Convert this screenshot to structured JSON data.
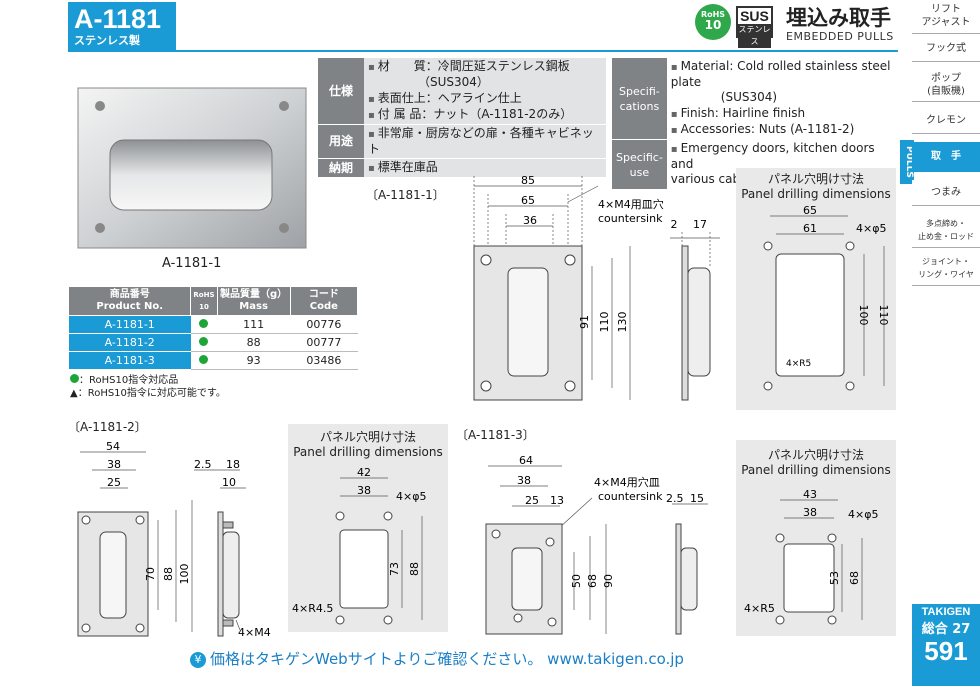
{
  "header": {
    "model": "A-1181",
    "subtitle": "ステンレス製",
    "rohs_line1": "RoHS",
    "rohs_line2": "10",
    "sus_top": "SUS",
    "sus_bottom": "ステンレス",
    "title_jp": "埋込み取手",
    "title_en": "EMBEDDED PULLS"
  },
  "side_nav": {
    "tab": "PULLS",
    "items": [
      "リフト\nアジャスト",
      "フック式",
      "ポップ\n(自販機)",
      "クレモン",
      "取　手",
      "つまみ",
      "多点締め・\n止め金・ロッド",
      "ジョイント・\nリング・ワイヤ"
    ],
    "takigen": "TAKIGEN",
    "catalog": "総合 27",
    "page": "591"
  },
  "spec_jp": {
    "h_spec": "仕様",
    "material": "材　　質：冷間圧延ステンレス鋼板",
    "material2": "（SUS304）",
    "finish": "表面仕上：ヘアライン仕上",
    "accessory": "付 属 品：ナット（A-1181-2のみ）",
    "h_use": "用途",
    "use": "非常扉・厨房などの扉・各種キャビネット",
    "h_delivery": "納期",
    "delivery": "標準在庫品"
  },
  "spec_en": {
    "h_spec": "Specifi-\ncations",
    "material": "Material: Cold rolled stainless steel plate",
    "material2": "(SUS304)",
    "finish": "Finish: Hairline finish",
    "accessory": "Accessories: Nuts (A-1181-2)",
    "h_use": "Specific-\nuse",
    "use": "Emergency doors, kitchen doors and",
    "use2": "various cabinet doors"
  },
  "photo_caption": "A-1181-1",
  "product_table": {
    "headers": {
      "product_jp": "商品番号",
      "product_en": "Product No.",
      "rohs": "RoHS\n10",
      "mass_jp": "製品質量（g）",
      "mass_en": "Mass",
      "code_jp": "コード",
      "code_en": "Code"
    },
    "rows": [
      {
        "no": "A-1181-1",
        "mass": "111",
        "code": "00776"
      },
      {
        "no": "A-1181-2",
        "mass": "88",
        "code": "00777"
      },
      {
        "no": "A-1181-3",
        "mass": "93",
        "code": "03486"
      }
    ],
    "note1": "：RoHS10指令対応品",
    "note2": "：RoHS10指令に対応可能です。"
  },
  "drawings": {
    "d1": {
      "label": "〔A-1181-1〕",
      "w85": "85",
      "w65": "65",
      "w36": "36",
      "h91": "91",
      "h110": "110",
      "h130": "130",
      "t2": "2",
      "t17": "17",
      "hole1": "4×M4用皿穴",
      "hole2": "countersink",
      "panel_jp": "パネル穴明け寸法",
      "panel_en": "Panel drilling dimensions",
      "p65": "65",
      "p61": "61",
      "p100": "100",
      "p110": "110",
      "phi": "4×φ5",
      "r": "4×R5"
    },
    "d2": {
      "label": "〔A-1181-2〕",
      "w54": "54",
      "w38": "38",
      "w25": "25",
      "h70": "70",
      "h88": "88",
      "h100": "100",
      "t25": "2.5",
      "t18": "18",
      "t10": "10",
      "m4": "4×M4",
      "panel_jp": "パネル穴明け寸法",
      "panel_en": "Panel drilling dimensions",
      "p42": "42",
      "p38": "38",
      "p73": "73",
      "p88": "88",
      "phi": "4×φ5",
      "r": "4×R4.5"
    },
    "d3": {
      "label": "〔A-1181-3〕",
      "w64": "64",
      "w38": "38",
      "w25": "25",
      "w13": "13",
      "h50": "50",
      "h68": "68",
      "h90": "90",
      "t25": "2.5",
      "t15": "15",
      "hole1": "4×M4用穴皿",
      "hole2": "countersink",
      "panel_jp": "パネル穴明け寸法",
      "panel_en": "Panel drilling dimensions",
      "p43": "43",
      "p38": "38",
      "p53": "53",
      "p68": "68",
      "phi": "4×φ5",
      "r": "4×R5"
    }
  },
  "footer": {
    "yen": "¥",
    "text": "価格はタキゲンWebサイトよりご確認ください。 www.takigen.co.jp"
  }
}
